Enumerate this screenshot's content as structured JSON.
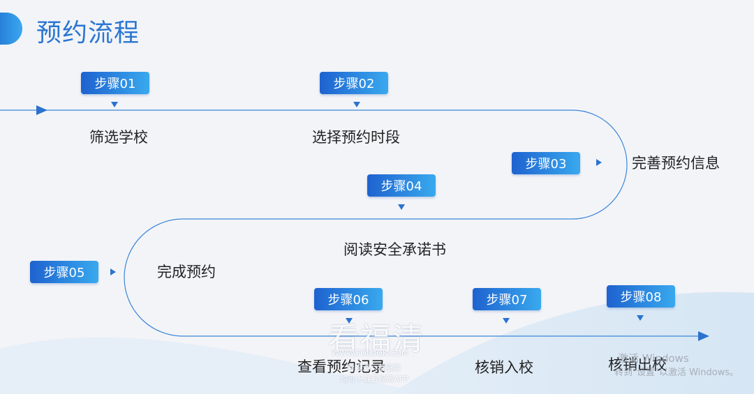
{
  "title": "预约流程",
  "steps": [
    {
      "badge": "步骤01",
      "label": "筛选学校"
    },
    {
      "badge": "步骤02",
      "label": "选择预约时段"
    },
    {
      "badge": "步骤03",
      "label": "完善预约信息"
    },
    {
      "badge": "步骤04",
      "label": "阅读安全承诺书"
    },
    {
      "badge": "步骤05",
      "label": "完成预约"
    },
    {
      "badge": "步骤06",
      "label": "查看预约记录"
    },
    {
      "badge": "步骤07",
      "label": "核销入校"
    },
    {
      "badge": "步骤08",
      "label": "核销出校"
    }
  ],
  "watermark": {
    "brand": "看福清",
    "url": "WWW.FOLOOK.COM",
    "line1": "看福清...看福清",
    "line2": "均可下载看福清APP"
  },
  "windows_notice": {
    "line1": "激活 Windows",
    "line2": "转到\"设置\"以激活 Windows。"
  },
  "colors": {
    "accent": "#2a76d2",
    "path_line": "#3a86d6",
    "badge_start": "#1e62cf",
    "badge_end": "#39a9ee"
  }
}
